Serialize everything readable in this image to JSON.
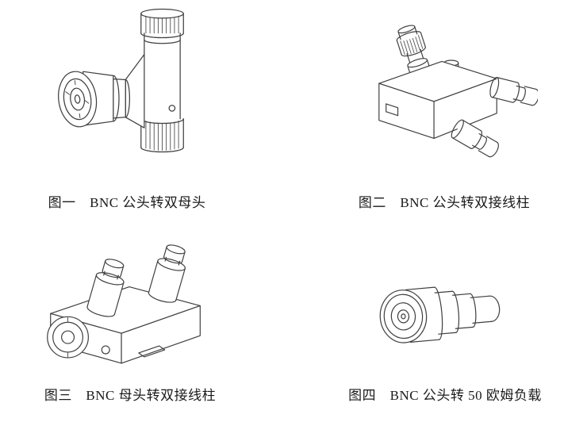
{
  "colors": {
    "page-bg": "#ffffff",
    "line": "#3f3f3f",
    "text": "#1a1a1a"
  },
  "figures": [
    {
      "caption": "图一　BNC 公头转双母头"
    },
    {
      "caption": "图二　BNC 公头转双接线柱"
    },
    {
      "caption": "图三　BNC 母头转双接线柱"
    },
    {
      "caption": "图四　BNC 公头转 50 欧姆负载"
    }
  ]
}
